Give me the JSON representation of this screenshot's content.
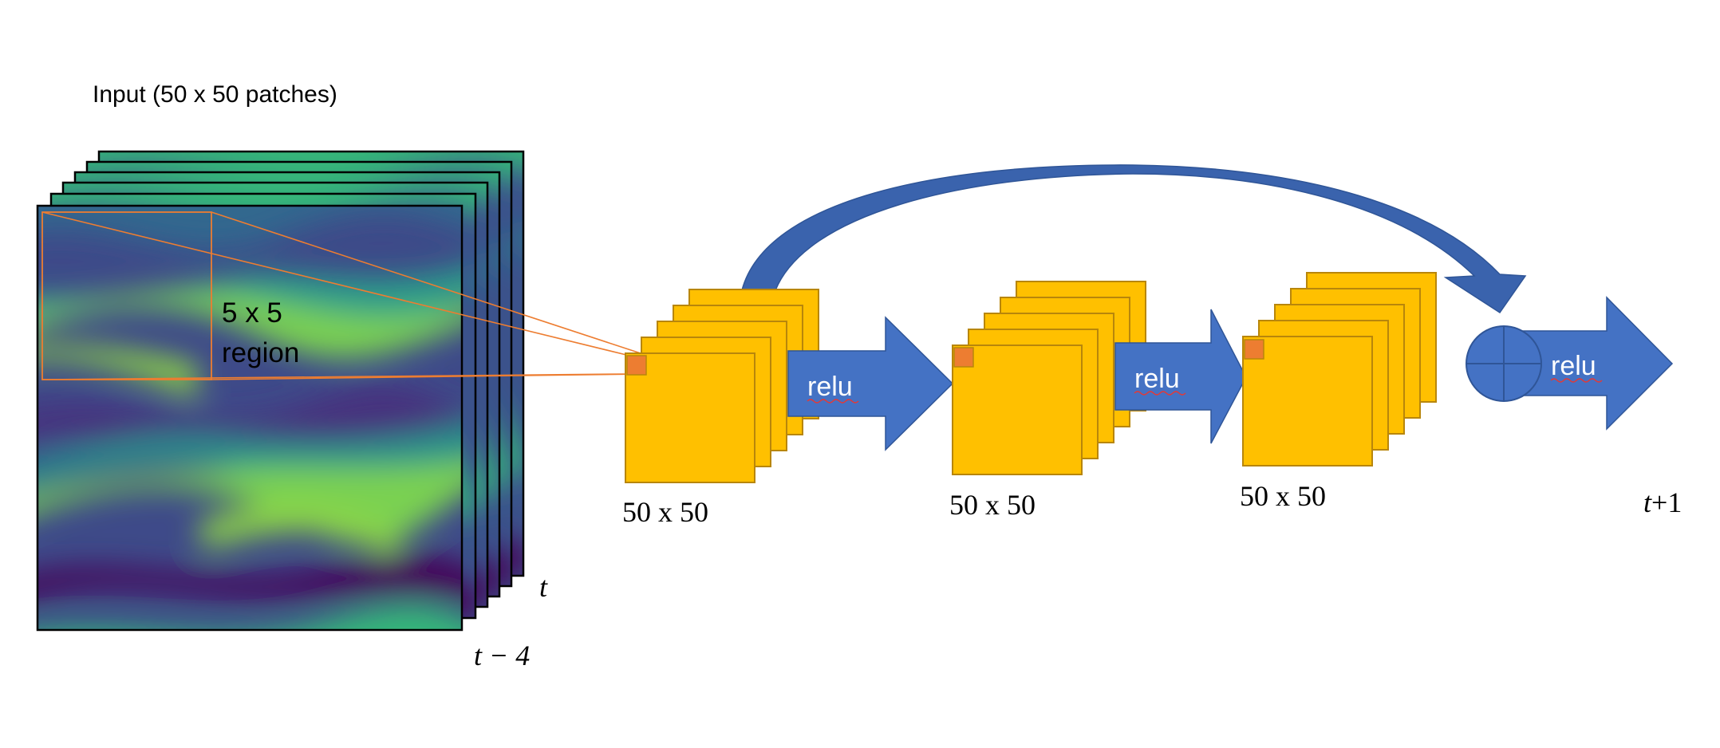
{
  "input": {
    "title": "Input (50 x 50 patches)",
    "region_label_line1": "5 x 5",
    "region_label_line2": "region",
    "time_label_top": "t",
    "time_label_bottom": "t − 4",
    "frame_count": 6
  },
  "layers": [
    {
      "size_label": "50 x 50"
    },
    {
      "size_label": "50 x 50"
    },
    {
      "size_label": "50 x 50"
    }
  ],
  "activations": [
    {
      "label": "relu"
    },
    {
      "label": "relu"
    },
    {
      "label": "relu"
    }
  ],
  "output": {
    "label_t": "t",
    "label_plus": "+1"
  },
  "colors": {
    "feature_map_fill": "#FFC000",
    "feature_map_stroke": "#B8860B",
    "kernel_fill": "#ED7D31",
    "arrow_fill": "#4472C4",
    "arrow_stroke": "#2F5597",
    "skip_arrow": "#3A63AD",
    "guide_lines": "#ED7D31"
  },
  "icons": {
    "sum": "circle-plus-icon"
  }
}
